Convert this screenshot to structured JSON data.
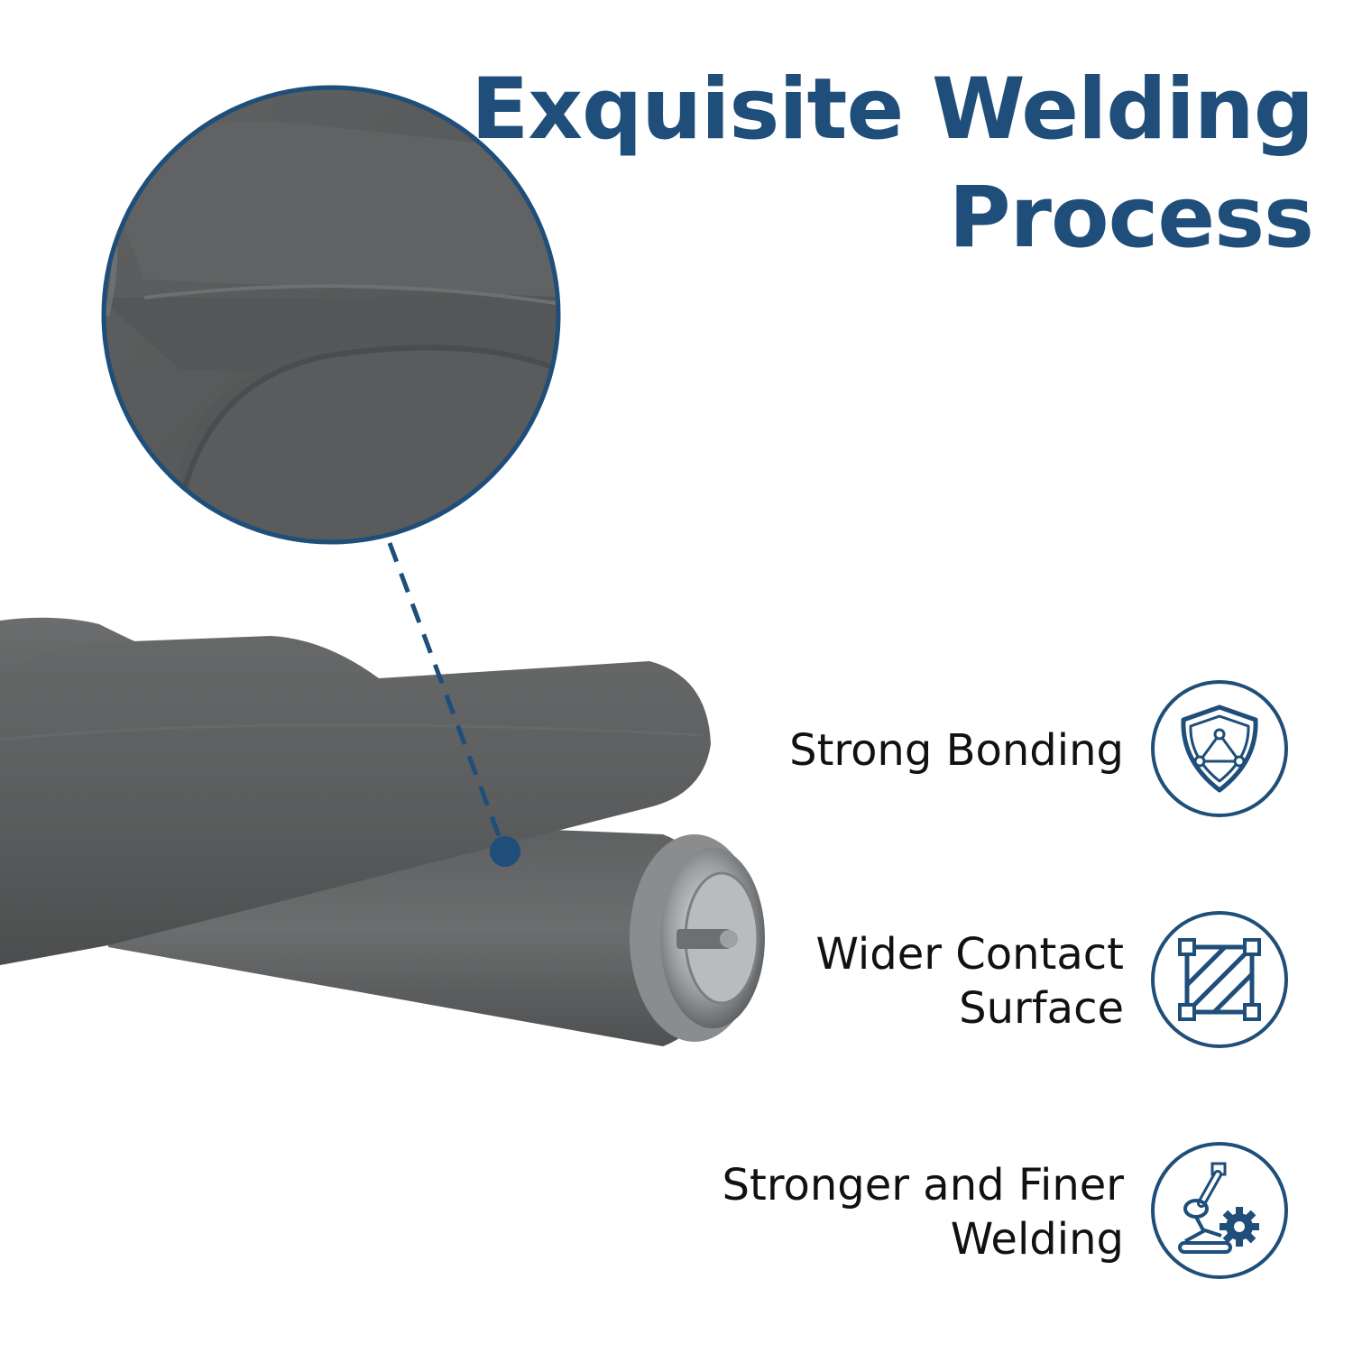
{
  "title": {
    "line1": "Exquisite Welding",
    "line2": "Process"
  },
  "features": [
    {
      "lines": [
        "Strong Bonding"
      ],
      "icon": "shield-network-icon"
    },
    {
      "lines": [
        "Wider Contact",
        "Surface"
      ],
      "icon": "contact-surface-icon"
    },
    {
      "lines": [
        "Stronger and Finer",
        "Welding"
      ],
      "icon": "welding-machine-gear-icon"
    }
  ],
  "colors": {
    "brand_blue": "#1e4e79",
    "tube_gray": "#5e6061",
    "text": "#111111"
  }
}
